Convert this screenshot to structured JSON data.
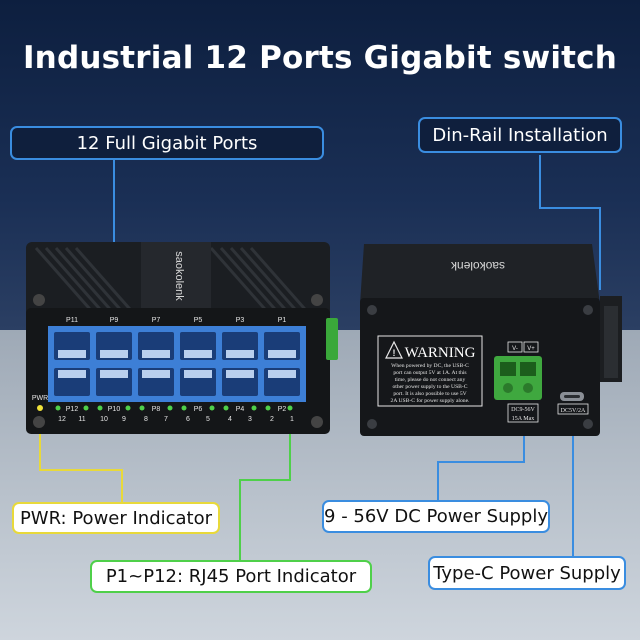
{
  "title": "Industrial 12 Ports Gigabit switch",
  "callouts": {
    "ports": "12 Full Gigabit Ports",
    "din_rail": "Din-Rail Installation",
    "pwr": "PWR: Power Indicator",
    "port_indicator": "P1~P12: RJ45 Port Indicator",
    "dc_supply": "9 - 56V DC Power Supply",
    "typec": "Type-C Power Supply"
  },
  "front_panel": {
    "brand": "saokolenk",
    "top_labels": [
      "P11",
      "P9",
      "P7",
      "P5",
      "P3",
      "P1"
    ],
    "pwr_label": "PWR",
    "led_labels": [
      "P12",
      "P10",
      "P8",
      "P6",
      "P4",
      "P2"
    ],
    "bottom_numbers": [
      "12",
      "11",
      "10",
      "9",
      "8",
      "7",
      "6",
      "5",
      "4",
      "3",
      "2",
      "1"
    ]
  },
  "side_panel": {
    "brand": "saokolenk",
    "warning_title": "WARNING",
    "warning_text": [
      "When powered by DC, the USB-C",
      "port can output 5V at 1A. At this",
      "time, please do not connect any",
      "other power supply to the USB-C",
      "port. It is also possible to use 5V",
      "2A USB-C for power supply alone."
    ],
    "terminal_minus": "V-",
    "terminal_plus": "V+",
    "dc_label": "DC9-56V",
    "dc_max": "15A Max",
    "typec_label": "DC5V/2A"
  },
  "colors": {
    "accent_blue": "#3a8de0",
    "indicator_yellow": "#e8d93a",
    "indicator_green": "#4fd04a",
    "port_blue": "#3d7fd6"
  }
}
